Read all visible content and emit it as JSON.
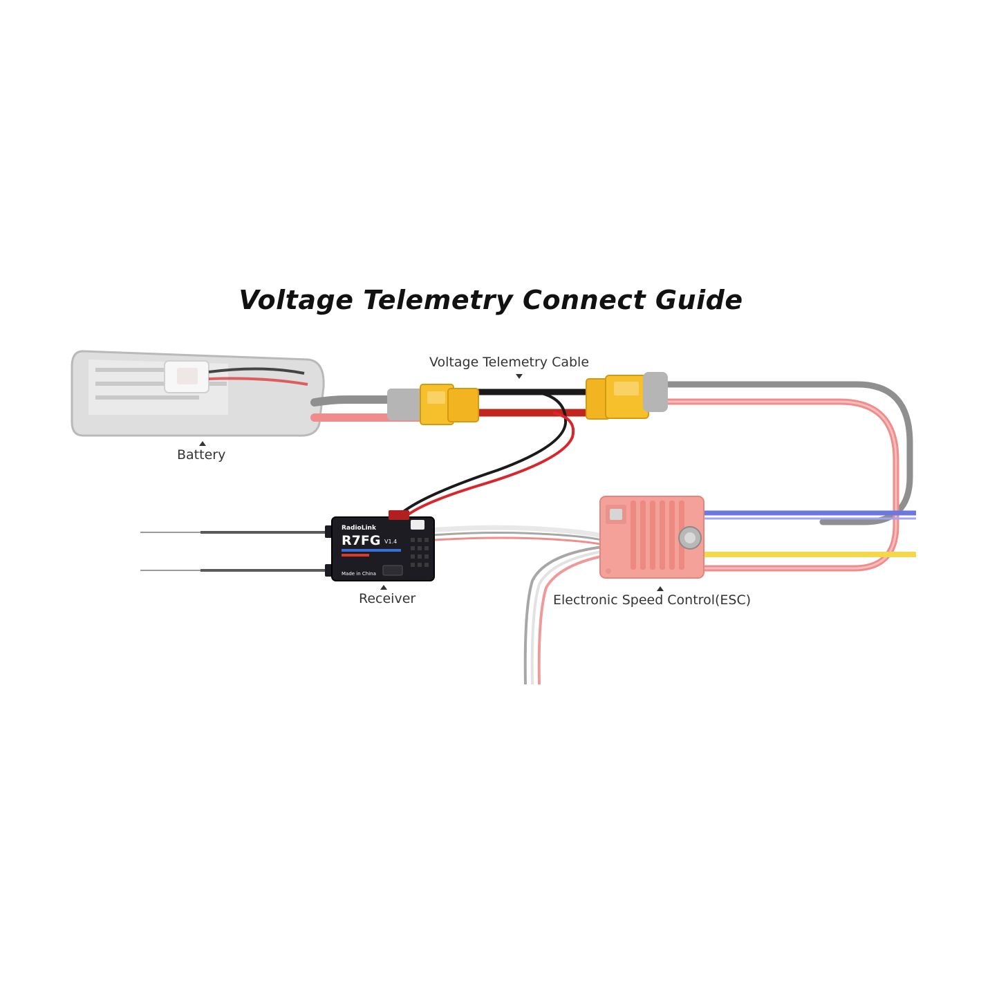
{
  "title": "Voltage Telemetry Connect Guide",
  "labels": {
    "cable": "Voltage Telemetry Cable",
    "battery": "Battery",
    "receiver": "Receiver",
    "esc": "Electronic Speed Control(ESC)"
  },
  "receiver": {
    "brand": "RadioLink",
    "model": "R7FG",
    "version": "V1.4",
    "origin": "Made in China"
  },
  "colors": {
    "wire_red": "#ef8c8c",
    "wire_red_dark": "#d9262b",
    "wire_gray": "#8f8f8f",
    "wire_black": "#1a1a1a",
    "wire_blue": "#6d77e0",
    "wire_yellow": "#f3d84a",
    "connector_yellow": "#f6bf2c",
    "esc_body": "#f4a19a",
    "receiver_body": "#1c1c22"
  }
}
